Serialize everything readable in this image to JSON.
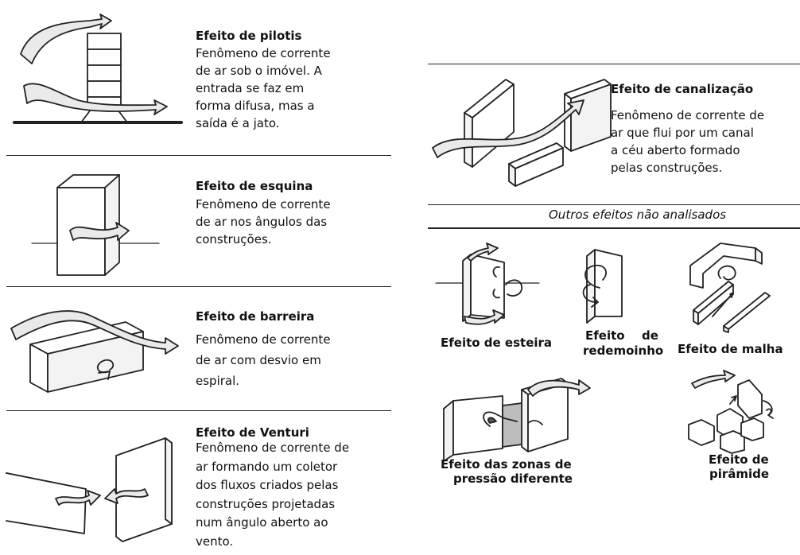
{
  "left": [
    {
      "title": "Efeito de pilotis",
      "lines": [
        "Fenômeno de corrente",
        "de ar sob o imóvel. A",
        "entrada se faz   em",
        "forma difusa, mas a",
        "saída é a jato."
      ]
    },
    {
      "title": "Efeito de esquina",
      "lines": [
        "Fenômeno de corrente",
        "de ar nos ângulos das",
        "construções."
      ]
    },
    {
      "title": "Efeito de barreira",
      "lines": [
        "Fenômeno de corrente",
        "de ar com  desvio  em",
        "espiral."
      ]
    },
    {
      "title": "Efeito de Venturi",
      "lines": [
        "Fenômeno de corrente de",
        "ar formando um coletor",
        "dos fluxos criados pelas",
        "construções    projetadas",
        "num  ângulo  aberto ao",
        "vento."
      ]
    }
  ],
  "right": {
    "canalizacao": {
      "title": "Efeito de canalização",
      "lines": [
        "Fenômeno de corrente de",
        "ar que flui por  um canal",
        "a   céu  aberto formado",
        "pelas construções."
      ]
    },
    "outros_header": "Outros efeitos não analisados",
    "captions": {
      "esteira": "Efeito de esteira",
      "redemoinho_1": "Efeito",
      "redemoinho_de": "de",
      "redemoinho_2": "redemoinho",
      "malha": "Efeito de malha",
      "zonas_1": "Efeito das zonas de",
      "zonas_2": "pressão diferente",
      "piramide_1": "Efeito de",
      "piramide_2": "pirâmide"
    }
  }
}
